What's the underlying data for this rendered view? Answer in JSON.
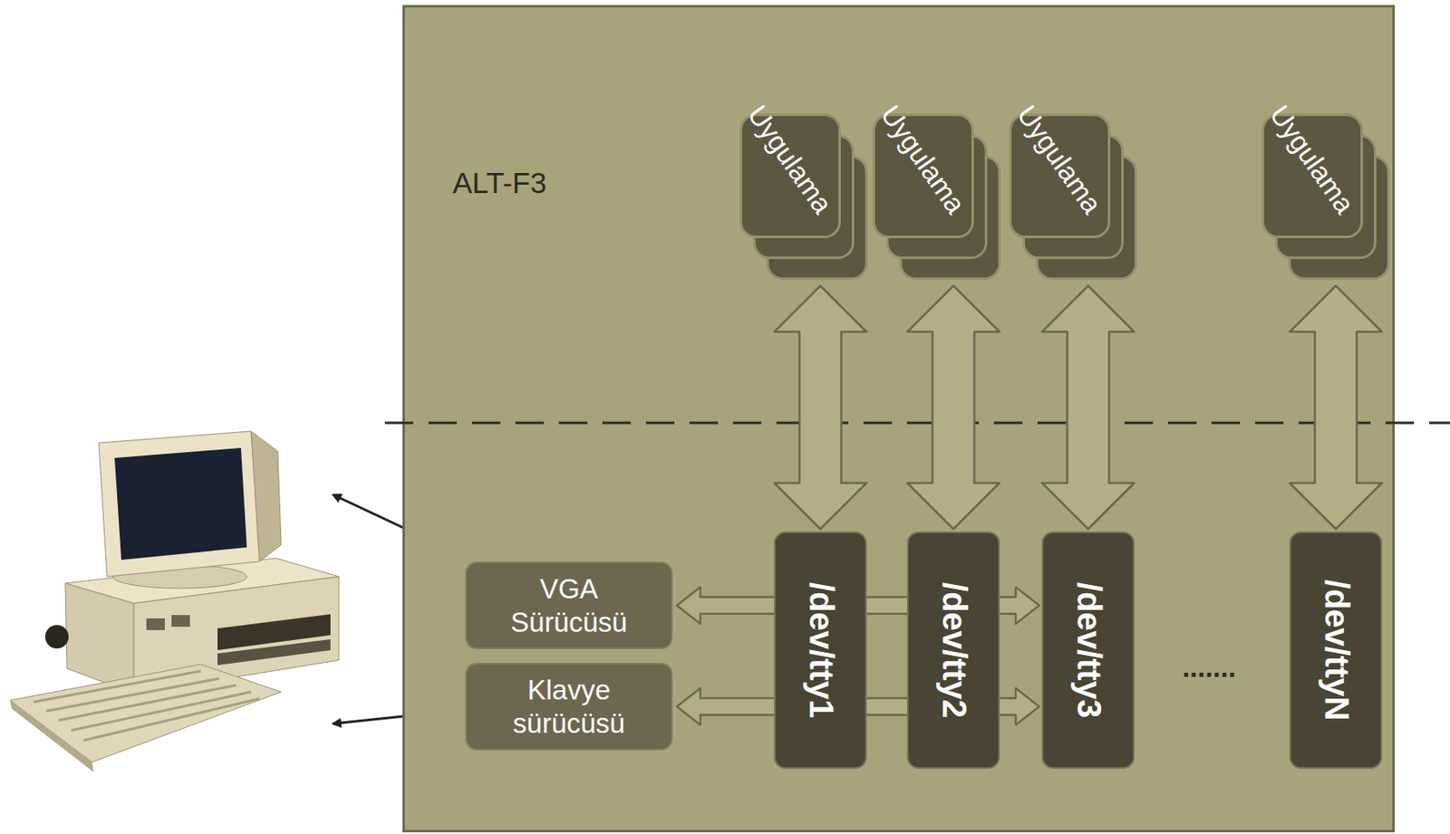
{
  "diagram": {
    "nodes": [
      {
        "text": [
          "ALT-F3"
        ]
      },
      {
        "text": [
          "Uygulama"
        ],
        "in": 0
      },
      {
        "text": [
          "Uygulama"
        ],
        "in": 0
      },
      {
        "text": [
          "Uygulama"
        ],
        "in": 0
      },
      {
        "text": [
          "Uygulama"
        ],
        "in": 0
      },
      {
        "text": [
          "VGA Sürücüsü"
        ],
        "in": 0
      },
      {
        "text": [
          "Klavye sürücüsü"
        ],
        "in": 0
      },
      {
        "text": [
          "/dev/tty1"
        ],
        "in": 0
      },
      {
        "text": [
          "/dev/tty2"
        ],
        "in": 0
      },
      {
        "text": [
          "/dev/tty3"
        ],
        "in": 0
      },
      {
        "text": [
          "/dev/ttyN"
        ],
        "in": 0
      }
    ],
    "edges": [
      {
        "from": 1,
        "to": 7,
        "arrow": "both"
      },
      {
        "from": 2,
        "to": 8,
        "arrow": "both"
      },
      {
        "from": 3,
        "to": 9,
        "arrow": "both"
      },
      {
        "from": 4,
        "to": 10,
        "arrow": "both"
      },
      {
        "from": 5,
        "to": 9,
        "arrow": "both"
      },
      {
        "from": 6,
        "to": 9,
        "arrow": "both"
      }
    ],
    "labels": [
      "......."
    ]
  }
}
